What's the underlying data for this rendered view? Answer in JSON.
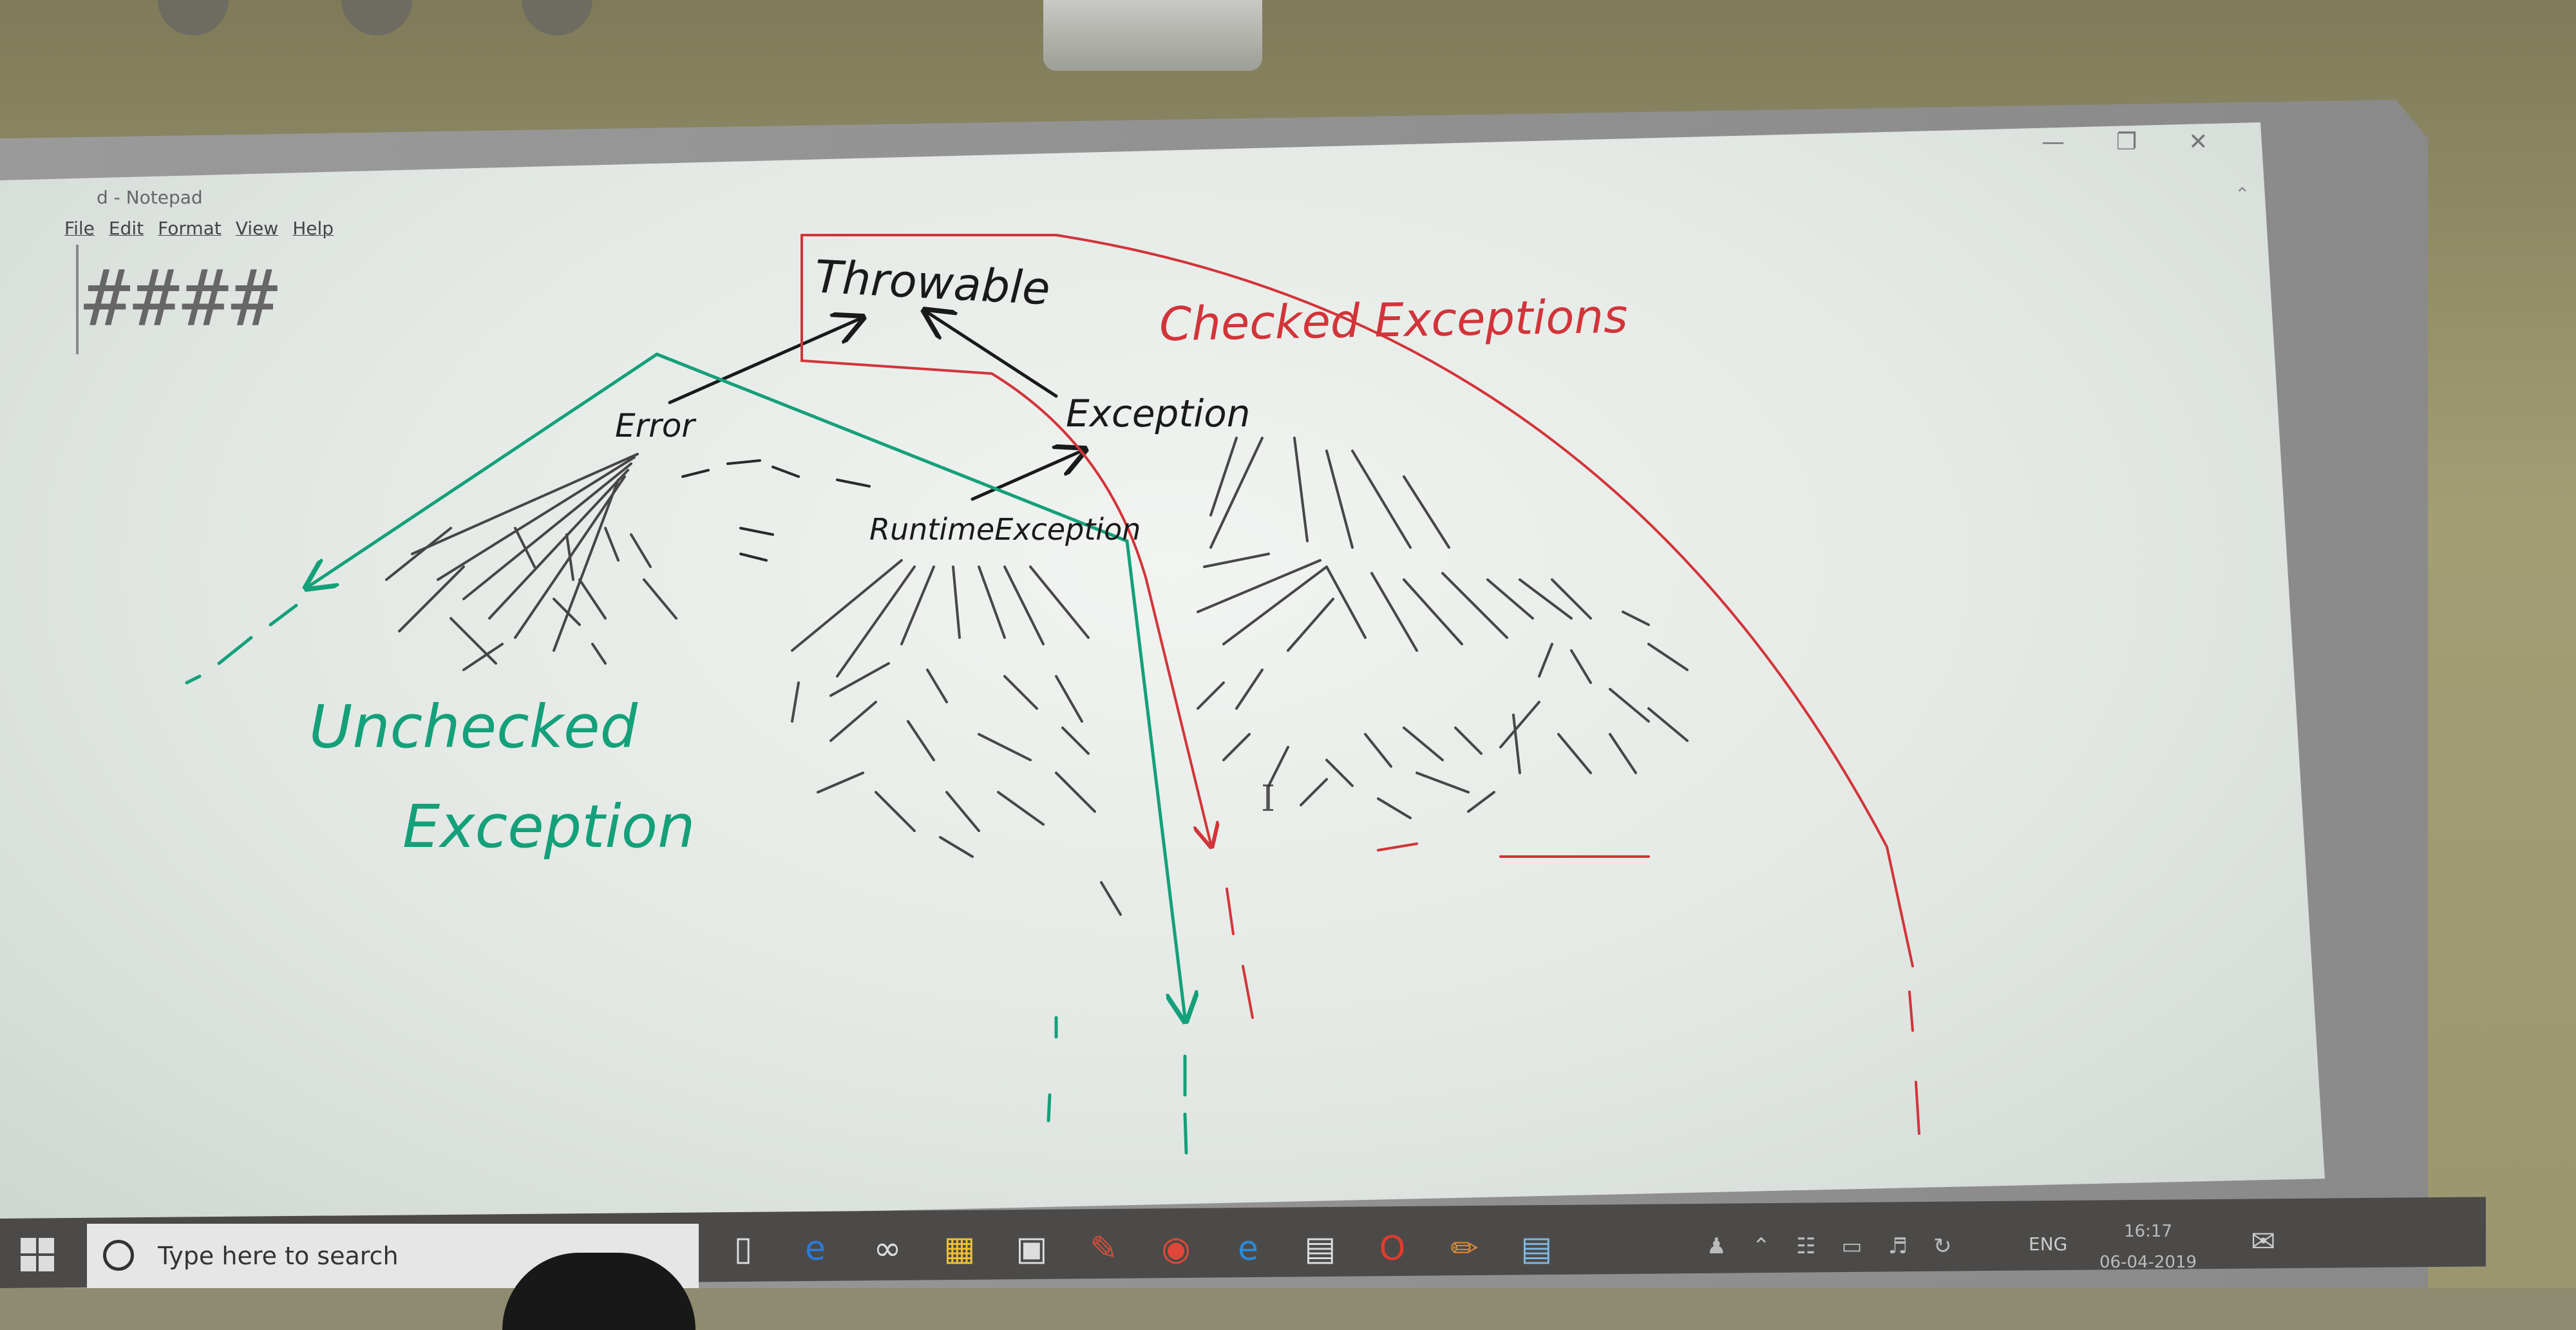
{
  "window": {
    "title": "d - Notepad",
    "menu": [
      "File",
      "Edit",
      "Format",
      "View",
      "Help"
    ],
    "controls": [
      "minimize-icon",
      "restore-icon",
      "close-icon"
    ],
    "document_text": "####"
  },
  "diagram": {
    "labels": {
      "throwable": "Throwable",
      "error": "Error",
      "exception": "Exception",
      "runtime_exception": "RuntimeException",
      "checked": "Checked Exceptions",
      "unchecked_line1": "Unchecked",
      "unchecked_line2": "Exception"
    },
    "colors": {
      "ink": "#1a1a1a",
      "checked": "#d2343a",
      "unchecked": "#14a07a"
    }
  },
  "taskbar": {
    "search_placeholder": "Type here to search",
    "icons": [
      "task-view-icon",
      "edge-icon",
      "infinity-icon",
      "file-explorer-icon",
      "store-icon",
      "ink-icon",
      "chrome-icon",
      "ie-icon",
      "window-icon",
      "opera-icon",
      "pen-icon",
      "notepad-icon"
    ],
    "tray": [
      "people-icon",
      "chevron-up-icon",
      "network-icon",
      "battery-icon",
      "volume-icon",
      "sync-icon"
    ],
    "language": "ENG",
    "time": "16:17",
    "date": "06-04-2019"
  }
}
